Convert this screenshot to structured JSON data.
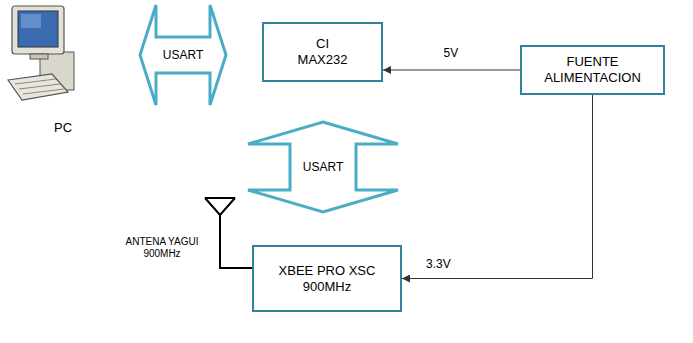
{
  "diagram": {
    "nodes": [
      {
        "text": [
          "USART"
        ]
      },
      {
        "text": [
          "CI MAX232"
        ]
      },
      {
        "text": [
          "FUENTE ALIMENTACION"
        ]
      },
      {
        "text": [
          "USART"
        ]
      },
      {
        "text": [
          "XBEE PRO XSC 900MHz"
        ]
      }
    ],
    "edges": [
      {
        "from": 2,
        "to": 1,
        "arrow": "to",
        "label": "5V"
      },
      {
        "from": 2,
        "to": 4,
        "arrow": "to",
        "label": "3.3V"
      }
    ],
    "labels": [
      "PC",
      "ANTENA YAGUI 900MHz"
    ]
  }
}
